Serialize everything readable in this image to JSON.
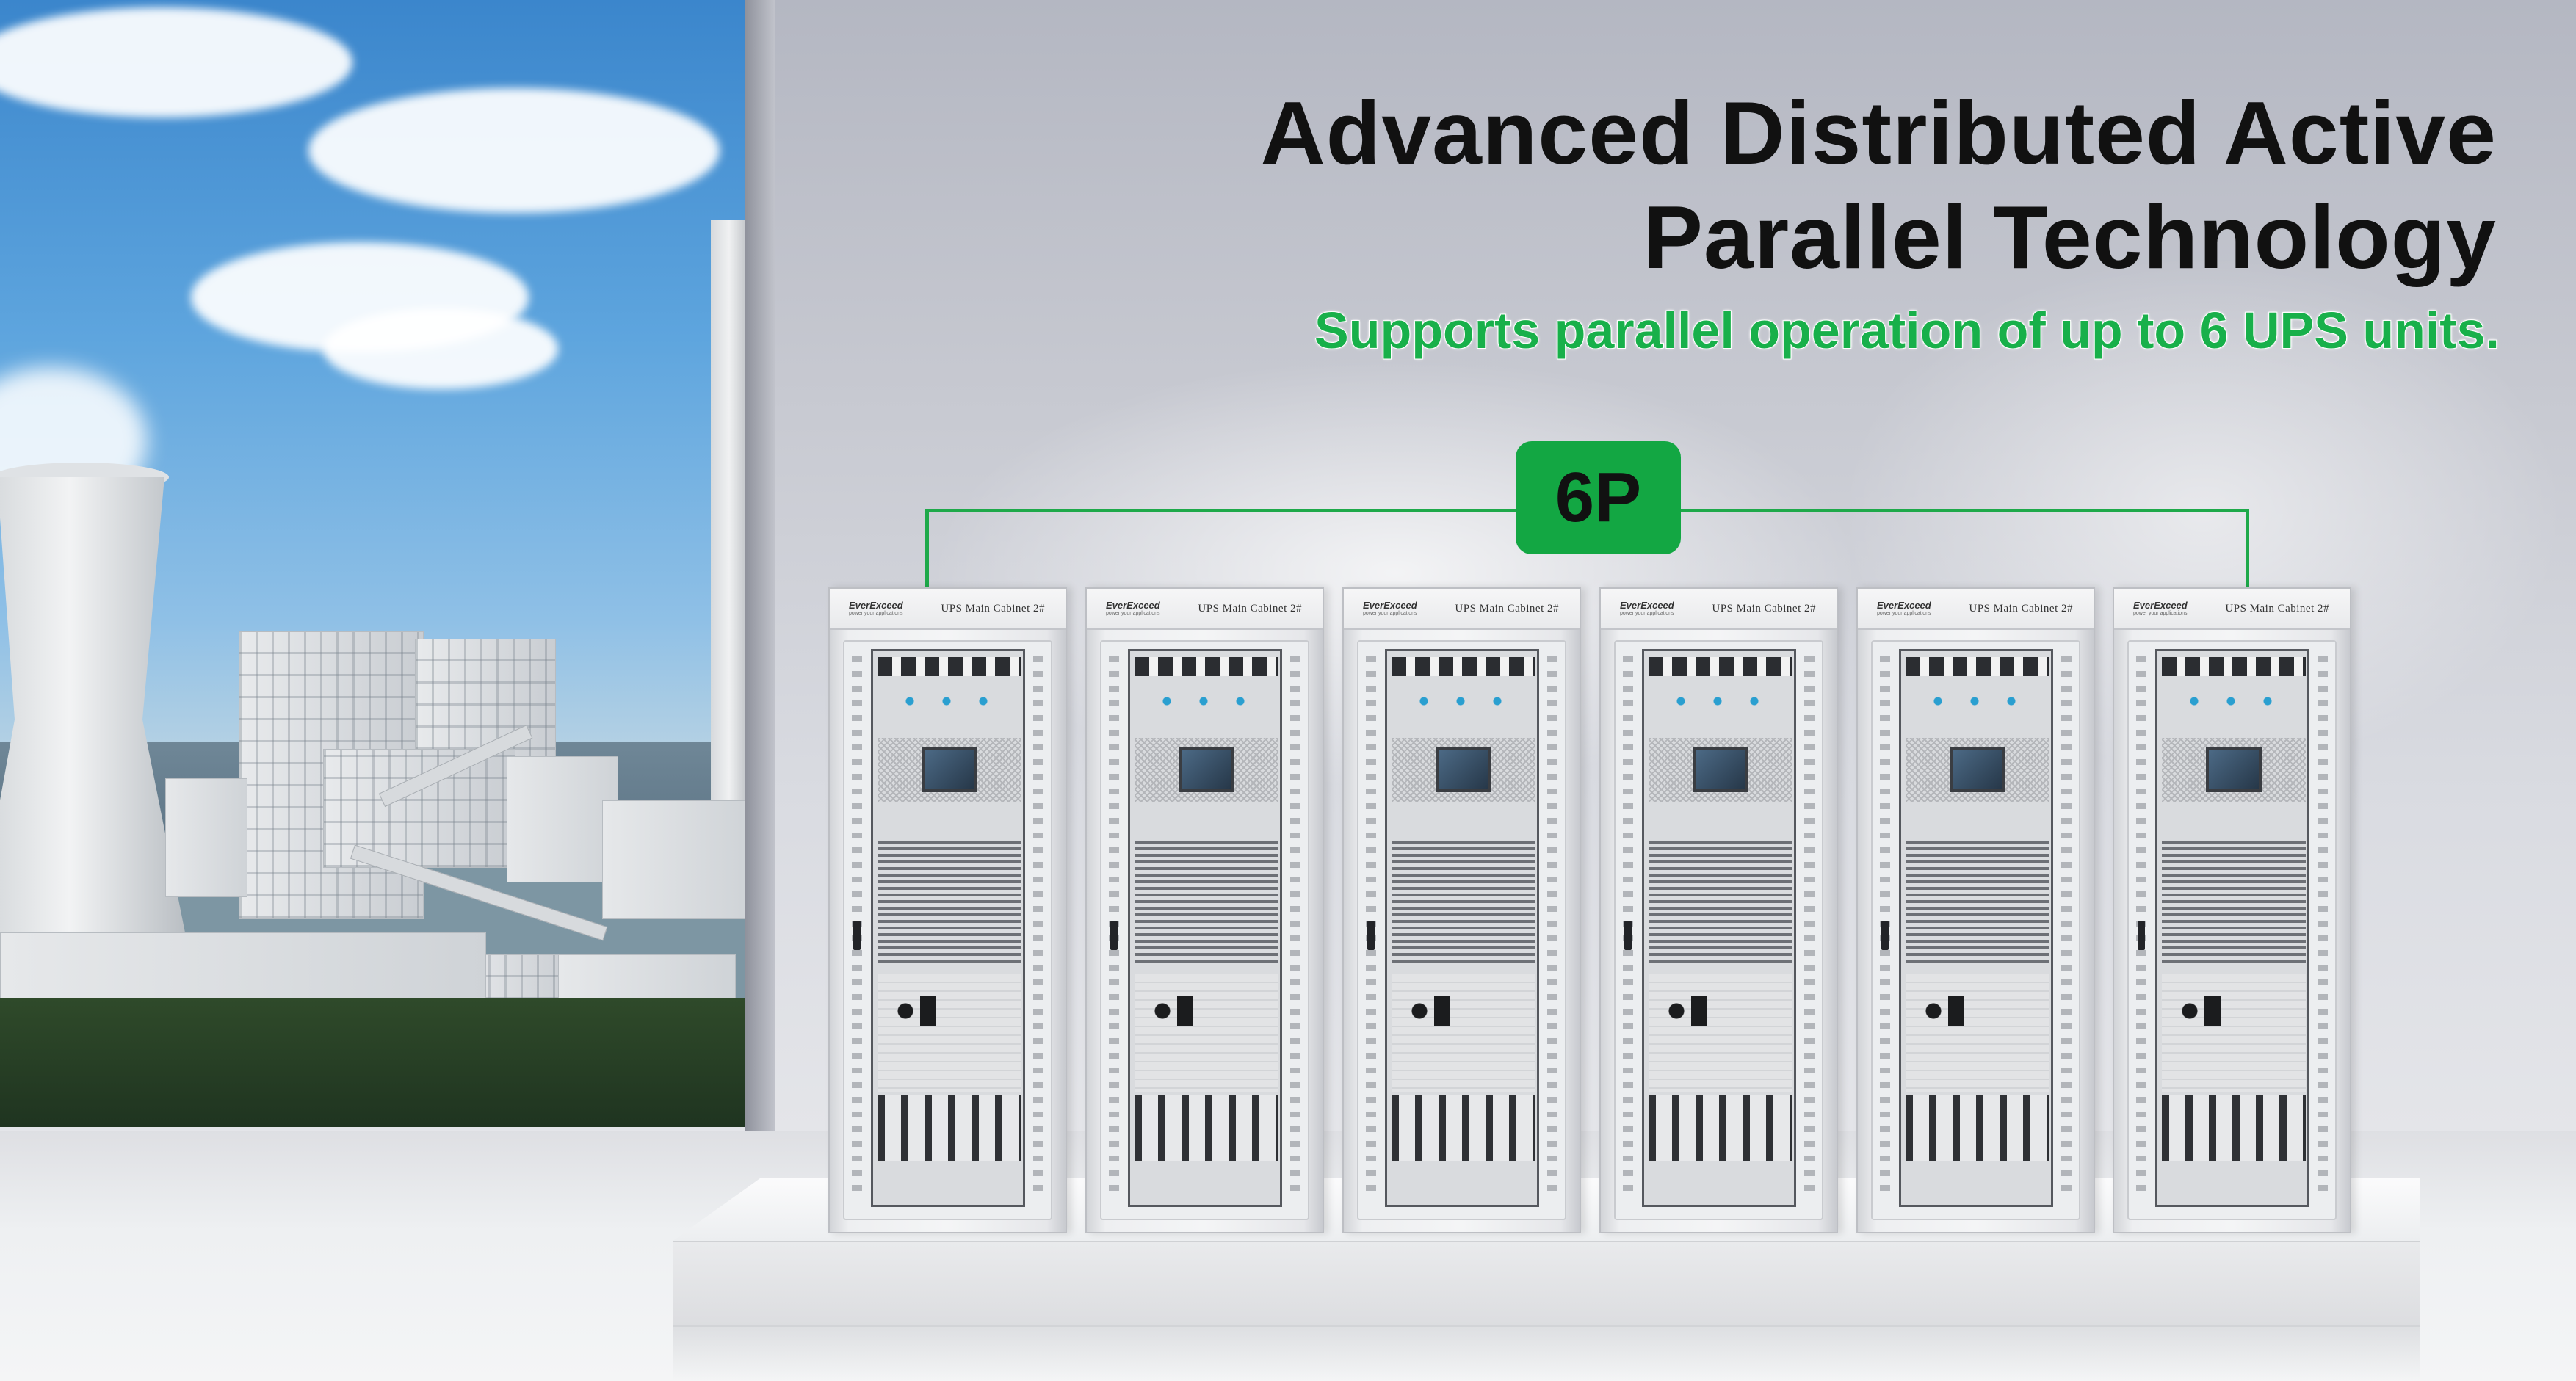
{
  "title_line1": "Advanced Distributed Active",
  "title_line2": "Parallel Technology",
  "subtitle": "Supports parallel operation of up to 6 UPS units.",
  "badge": "6P",
  "colors": {
    "accent_green": "#13a743",
    "title_text": "#111111",
    "subtitle_green": "#18b04a"
  },
  "cabinets": [
    {
      "brand": "EverExceed",
      "brand_sub": "power your applications",
      "label": "UPS Main Cabinet 2#"
    },
    {
      "brand": "EverExceed",
      "brand_sub": "power your applications",
      "label": "UPS Main Cabinet 2#"
    },
    {
      "brand": "EverExceed",
      "brand_sub": "power your applications",
      "label": "UPS Main Cabinet 2#"
    },
    {
      "brand": "EverExceed",
      "brand_sub": "power your applications",
      "label": "UPS Main Cabinet 2#"
    },
    {
      "brand": "EverExceed",
      "brand_sub": "power your applications",
      "label": "UPS Main Cabinet 2#"
    },
    {
      "brand": "EverExceed",
      "brand_sub": "power your applications",
      "label": "UPS Main Cabinet 2#"
    }
  ]
}
